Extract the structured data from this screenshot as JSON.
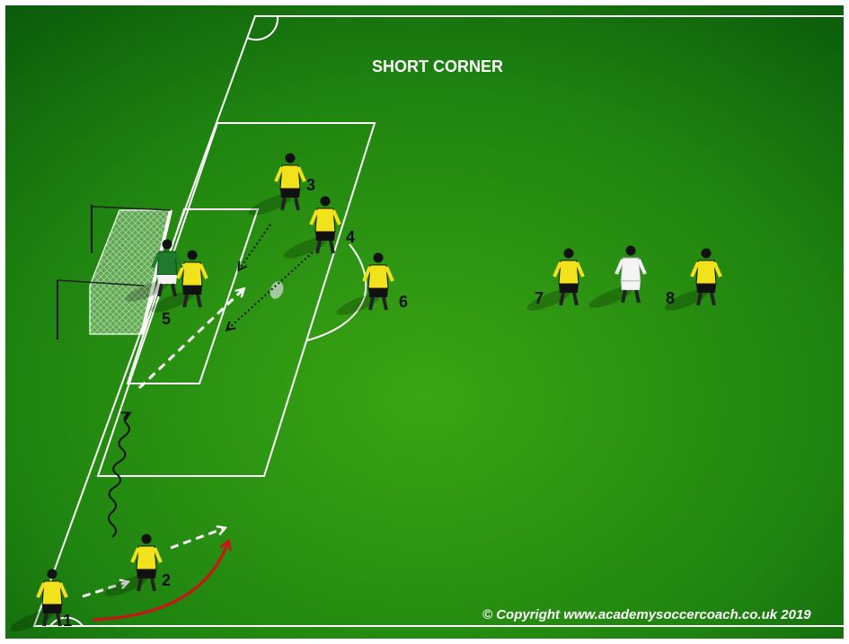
{
  "diagram": {
    "title": "SHORT CORNER",
    "copyright": "© Copyright www.academysoccercoach.co.uk 2019",
    "colors": {
      "pitch_light": "#3aa513",
      "pitch_dark": "#0b5a0b",
      "lines": "#ffffff",
      "attacker_shirt": "#f2e21c",
      "attacker_shorts": "#111111",
      "goalkeeper_shirt": "#1f7a2e",
      "defender_shirt": "#f4f4f4",
      "dribble_arrow": "#111111",
      "cross_arrow": "#c81414",
      "pass_arrow": "#ffffff"
    },
    "players": [
      {
        "id": "1",
        "label": "1",
        "role": "attacker"
      },
      {
        "id": "2",
        "label": "2",
        "role": "attacker"
      },
      {
        "id": "3",
        "label": "3",
        "role": "attacker"
      },
      {
        "id": "4",
        "label": "4",
        "role": "attacker"
      },
      {
        "id": "5",
        "label": "5",
        "role": "attacker"
      },
      {
        "id": "6",
        "label": "6",
        "role": "attacker"
      },
      {
        "id": "7",
        "label": "7",
        "role": "attacker"
      },
      {
        "id": "8",
        "label": "8",
        "role": "attacker"
      },
      {
        "id": "gk",
        "label": "",
        "role": "goalkeeper"
      },
      {
        "id": "def",
        "label": "",
        "role": "defender"
      }
    ]
  }
}
